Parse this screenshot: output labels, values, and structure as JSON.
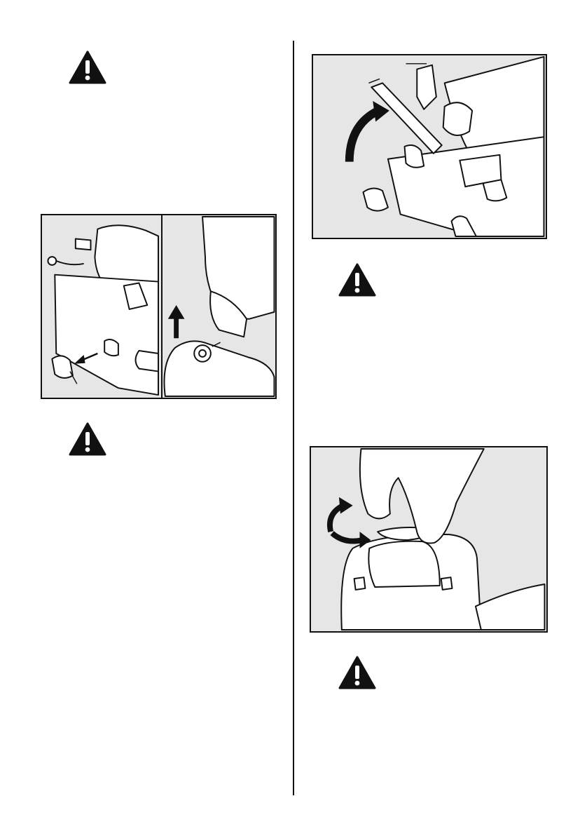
{
  "page": {
    "icons": {
      "warning": "warning-triangle-icon"
    },
    "colors": {
      "ink": "#111111",
      "figure_background": "#e6e6e6",
      "paper": "#ffffff"
    },
    "figures": [
      {
        "id": "fig-remove-cap",
        "panels": 2
      },
      {
        "id": "fig-open-latch",
        "panels": 1
      },
      {
        "id": "fig-turn-exhaust-cap",
        "panels": 1
      }
    ]
  }
}
